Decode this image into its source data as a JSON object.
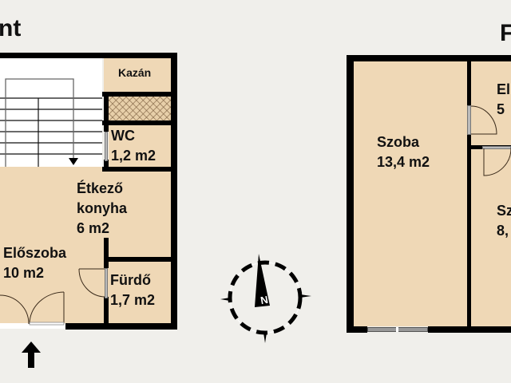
{
  "floor_left": {
    "title": "nt",
    "rooms": {
      "kazan": {
        "name": "Kazán"
      },
      "wc": {
        "name": "WC",
        "area": "1,2 m2"
      },
      "etkezo": {
        "line1": "Étkező",
        "line2": "konyha",
        "area": "6 m2"
      },
      "eloszoba": {
        "name": "Előszoba",
        "area": "10 m2"
      },
      "furdo": {
        "name": "Fürdő",
        "area": "1,7 m2"
      }
    },
    "entry_arrow": "entrance-arrow"
  },
  "floor_right": {
    "title": "F",
    "rooms": {
      "szoba1": {
        "name": "Szoba",
        "area": "13,4 m2"
      },
      "el": {
        "name": "El",
        "area": "5"
      },
      "sz": {
        "name": "Sz",
        "area": "8,"
      }
    }
  },
  "compass": {
    "label": "N"
  },
  "colors": {
    "room_fill": "#efd8b6",
    "wall": "#000000",
    "background": "#f0efeb"
  }
}
